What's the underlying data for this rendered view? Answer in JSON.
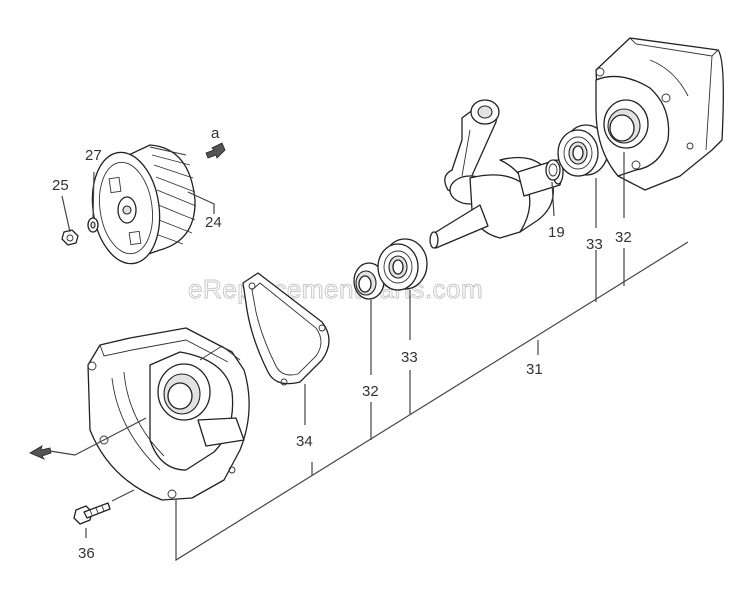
{
  "watermark": "eReplacementParts.com",
  "arrow_letter": "a",
  "callouts": [
    {
      "id": "c27",
      "text": "27"
    },
    {
      "id": "c25",
      "text": "25"
    },
    {
      "id": "c24",
      "text": "24"
    },
    {
      "id": "c19",
      "text": "19"
    },
    {
      "id": "c33a",
      "text": "33"
    },
    {
      "id": "c32a",
      "text": "32"
    },
    {
      "id": "c32b",
      "text": "32"
    },
    {
      "id": "c33b",
      "text": "33"
    },
    {
      "id": "c31",
      "text": "31"
    },
    {
      "id": "c34",
      "text": "34"
    },
    {
      "id": "c36",
      "text": "36"
    }
  ]
}
